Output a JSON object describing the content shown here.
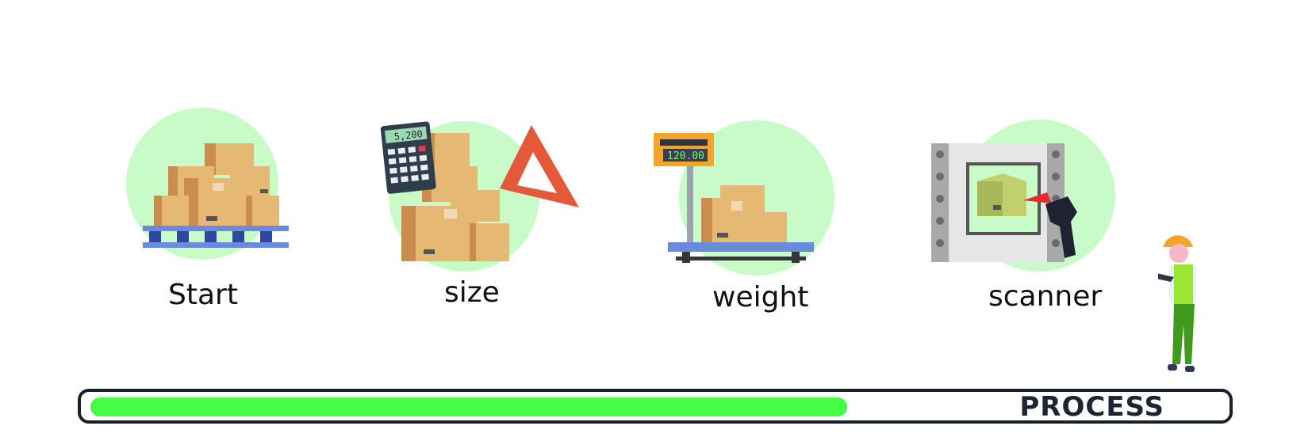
{
  "stages": [
    {
      "id": "start",
      "label": "Start"
    },
    {
      "id": "size",
      "label": "size",
      "calculator_display": "5,200"
    },
    {
      "id": "weight",
      "label": "weight",
      "scale_display": "120.00"
    },
    {
      "id": "scanner",
      "label": "scanner"
    }
  ],
  "progress": {
    "label": "PROCESS",
    "fraction": 0.67
  },
  "colors": {
    "circle": "#c9fbc9",
    "box": "#e5b874",
    "box_dark": "#c98d4e",
    "pallet": "#4f6fcc",
    "progress_fill": "#44ff44",
    "progress_border": "#17202c",
    "ruler": "#e4593a",
    "scanner_frame": "#e6e6e6"
  },
  "icons": [
    "pallet-boxes-icon",
    "calculator-icon",
    "triangle-ruler-icon",
    "weighing-scale-icon",
    "scanner-machine-icon",
    "barcode-scanner-gun-icon",
    "warehouse-worker-icon"
  ]
}
